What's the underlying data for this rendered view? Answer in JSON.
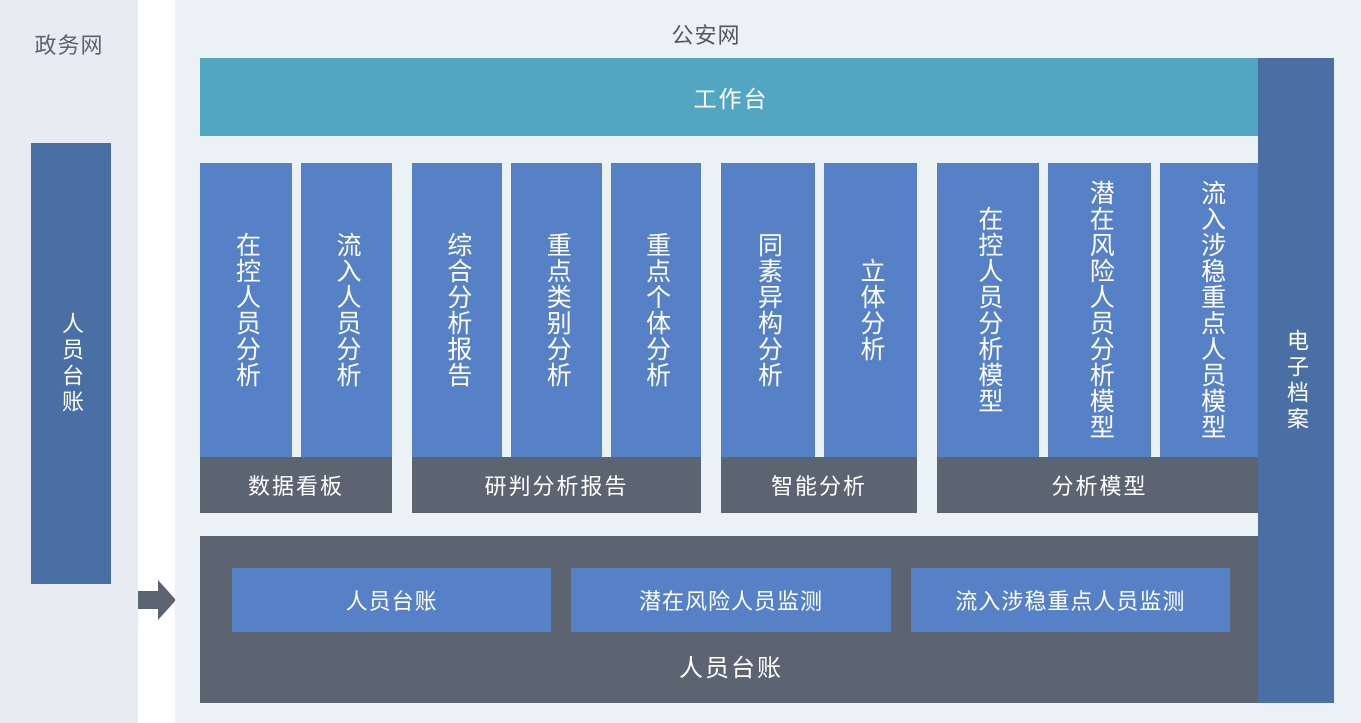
{
  "left_panel": {
    "title": "政务网",
    "bar_label": "人员台账"
  },
  "arrow": {
    "icon": "arrow-right-icon"
  },
  "main_panel": {
    "title": "公安网",
    "workbench_label": "工作台",
    "groups": [
      {
        "footer": "数据看板",
        "cards": [
          "在控人员分析",
          "流入人员分析"
        ]
      },
      {
        "footer": "研判分析报告",
        "cards": [
          "综合分析报告",
          "重点类别分析",
          "重点个体分析"
        ]
      },
      {
        "footer": "智能分析",
        "cards": [
          "同素异构分析",
          "立体分析"
        ]
      },
      {
        "footer": "分析模型",
        "cards": [
          "在控人员分析模型",
          "潜在风险人员分析模型",
          "流入涉稳重点人员模型"
        ]
      }
    ],
    "ledger": {
      "label": "人员台账",
      "cards": [
        "人员台账",
        "潜在风险人员监测",
        "流入涉稳重点人员监测"
      ]
    }
  },
  "right_panel": {
    "bar_label": "电子档案"
  },
  "colors": {
    "left_bg": "#e8ebf2",
    "main_bg": "#eaf2f5",
    "workbench": "#53a6c2",
    "card_blue": "#5681c6",
    "side_blue": "#4a6fa5",
    "footer_gray": "#5c6371",
    "title_text": "#5a6370"
  }
}
